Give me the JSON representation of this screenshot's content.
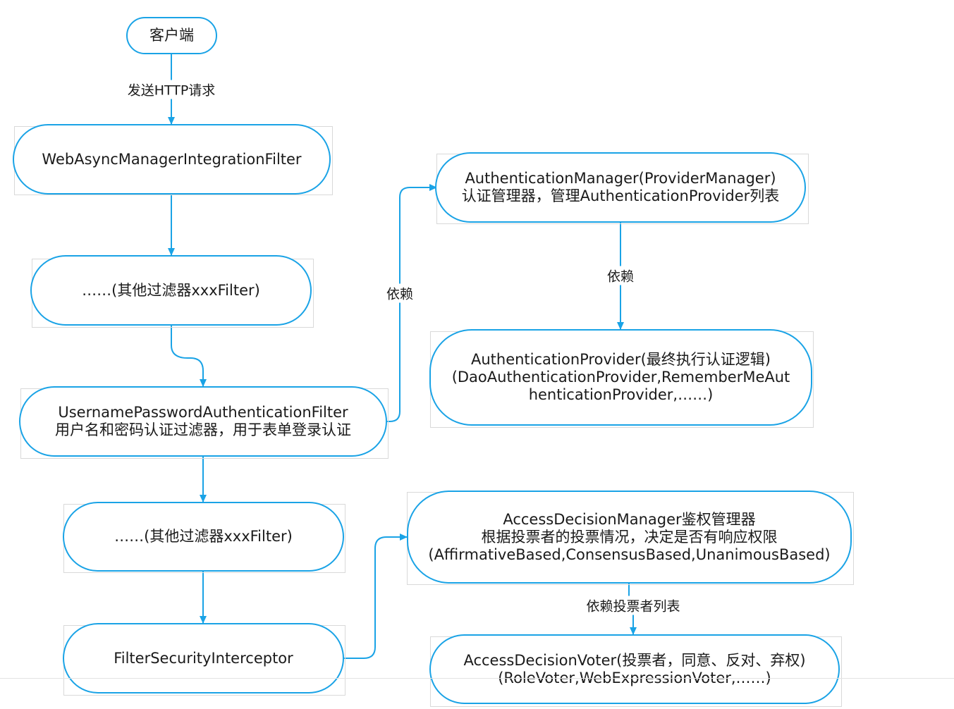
{
  "nodes": {
    "client": {
      "label": "客户端"
    },
    "web_async_filter": {
      "label": "WebAsyncManagerIntegrationFilter"
    },
    "other_filters_1": {
      "label": "……(其他过滤器xxxFilter)"
    },
    "username_password_filter": {
      "line1": "UsernamePasswordAuthenticationFilter",
      "line2": "用户名和密码认证过滤器，用于表单登录认证"
    },
    "other_filters_2": {
      "label": "……(其他过滤器xxxFilter)"
    },
    "filter_security_interceptor": {
      "label": "FilterSecurityInterceptor"
    },
    "authentication_manager": {
      "line1": "AuthenticationManager(ProviderManager)",
      "line2": "认证管理器，管理AuthenticationProvider列表"
    },
    "authentication_provider": {
      "line1": "AuthenticationProvider(最终执行认证逻辑)",
      "line2": "(DaoAuthenticationProvider,RememberMeAut",
      "line3": "henticationProvider,……)"
    },
    "access_decision_manager": {
      "line1": "AccessDecisionManager鉴权管理器",
      "line2": "根据投票者的投票情况，决定是否有响应权限",
      "line3": "(AffirmativeBased,ConsensusBased,UnanimousBased)"
    },
    "access_decision_voter": {
      "line1": "AccessDecisionVoter(投票者，同意、反对、弃权)",
      "line2": "(RoleVoter,WebExpressionVoter,……)"
    }
  },
  "edge_labels": {
    "send_http": "发送HTTP请求",
    "depends_auth_manager": "依赖",
    "depends_provider": "依赖",
    "depends_voters": "依赖投票者列表"
  },
  "colors": {
    "accent": "#1aa3e6",
    "frame": "#d9d9d9",
    "text": "#1a1a1a"
  }
}
